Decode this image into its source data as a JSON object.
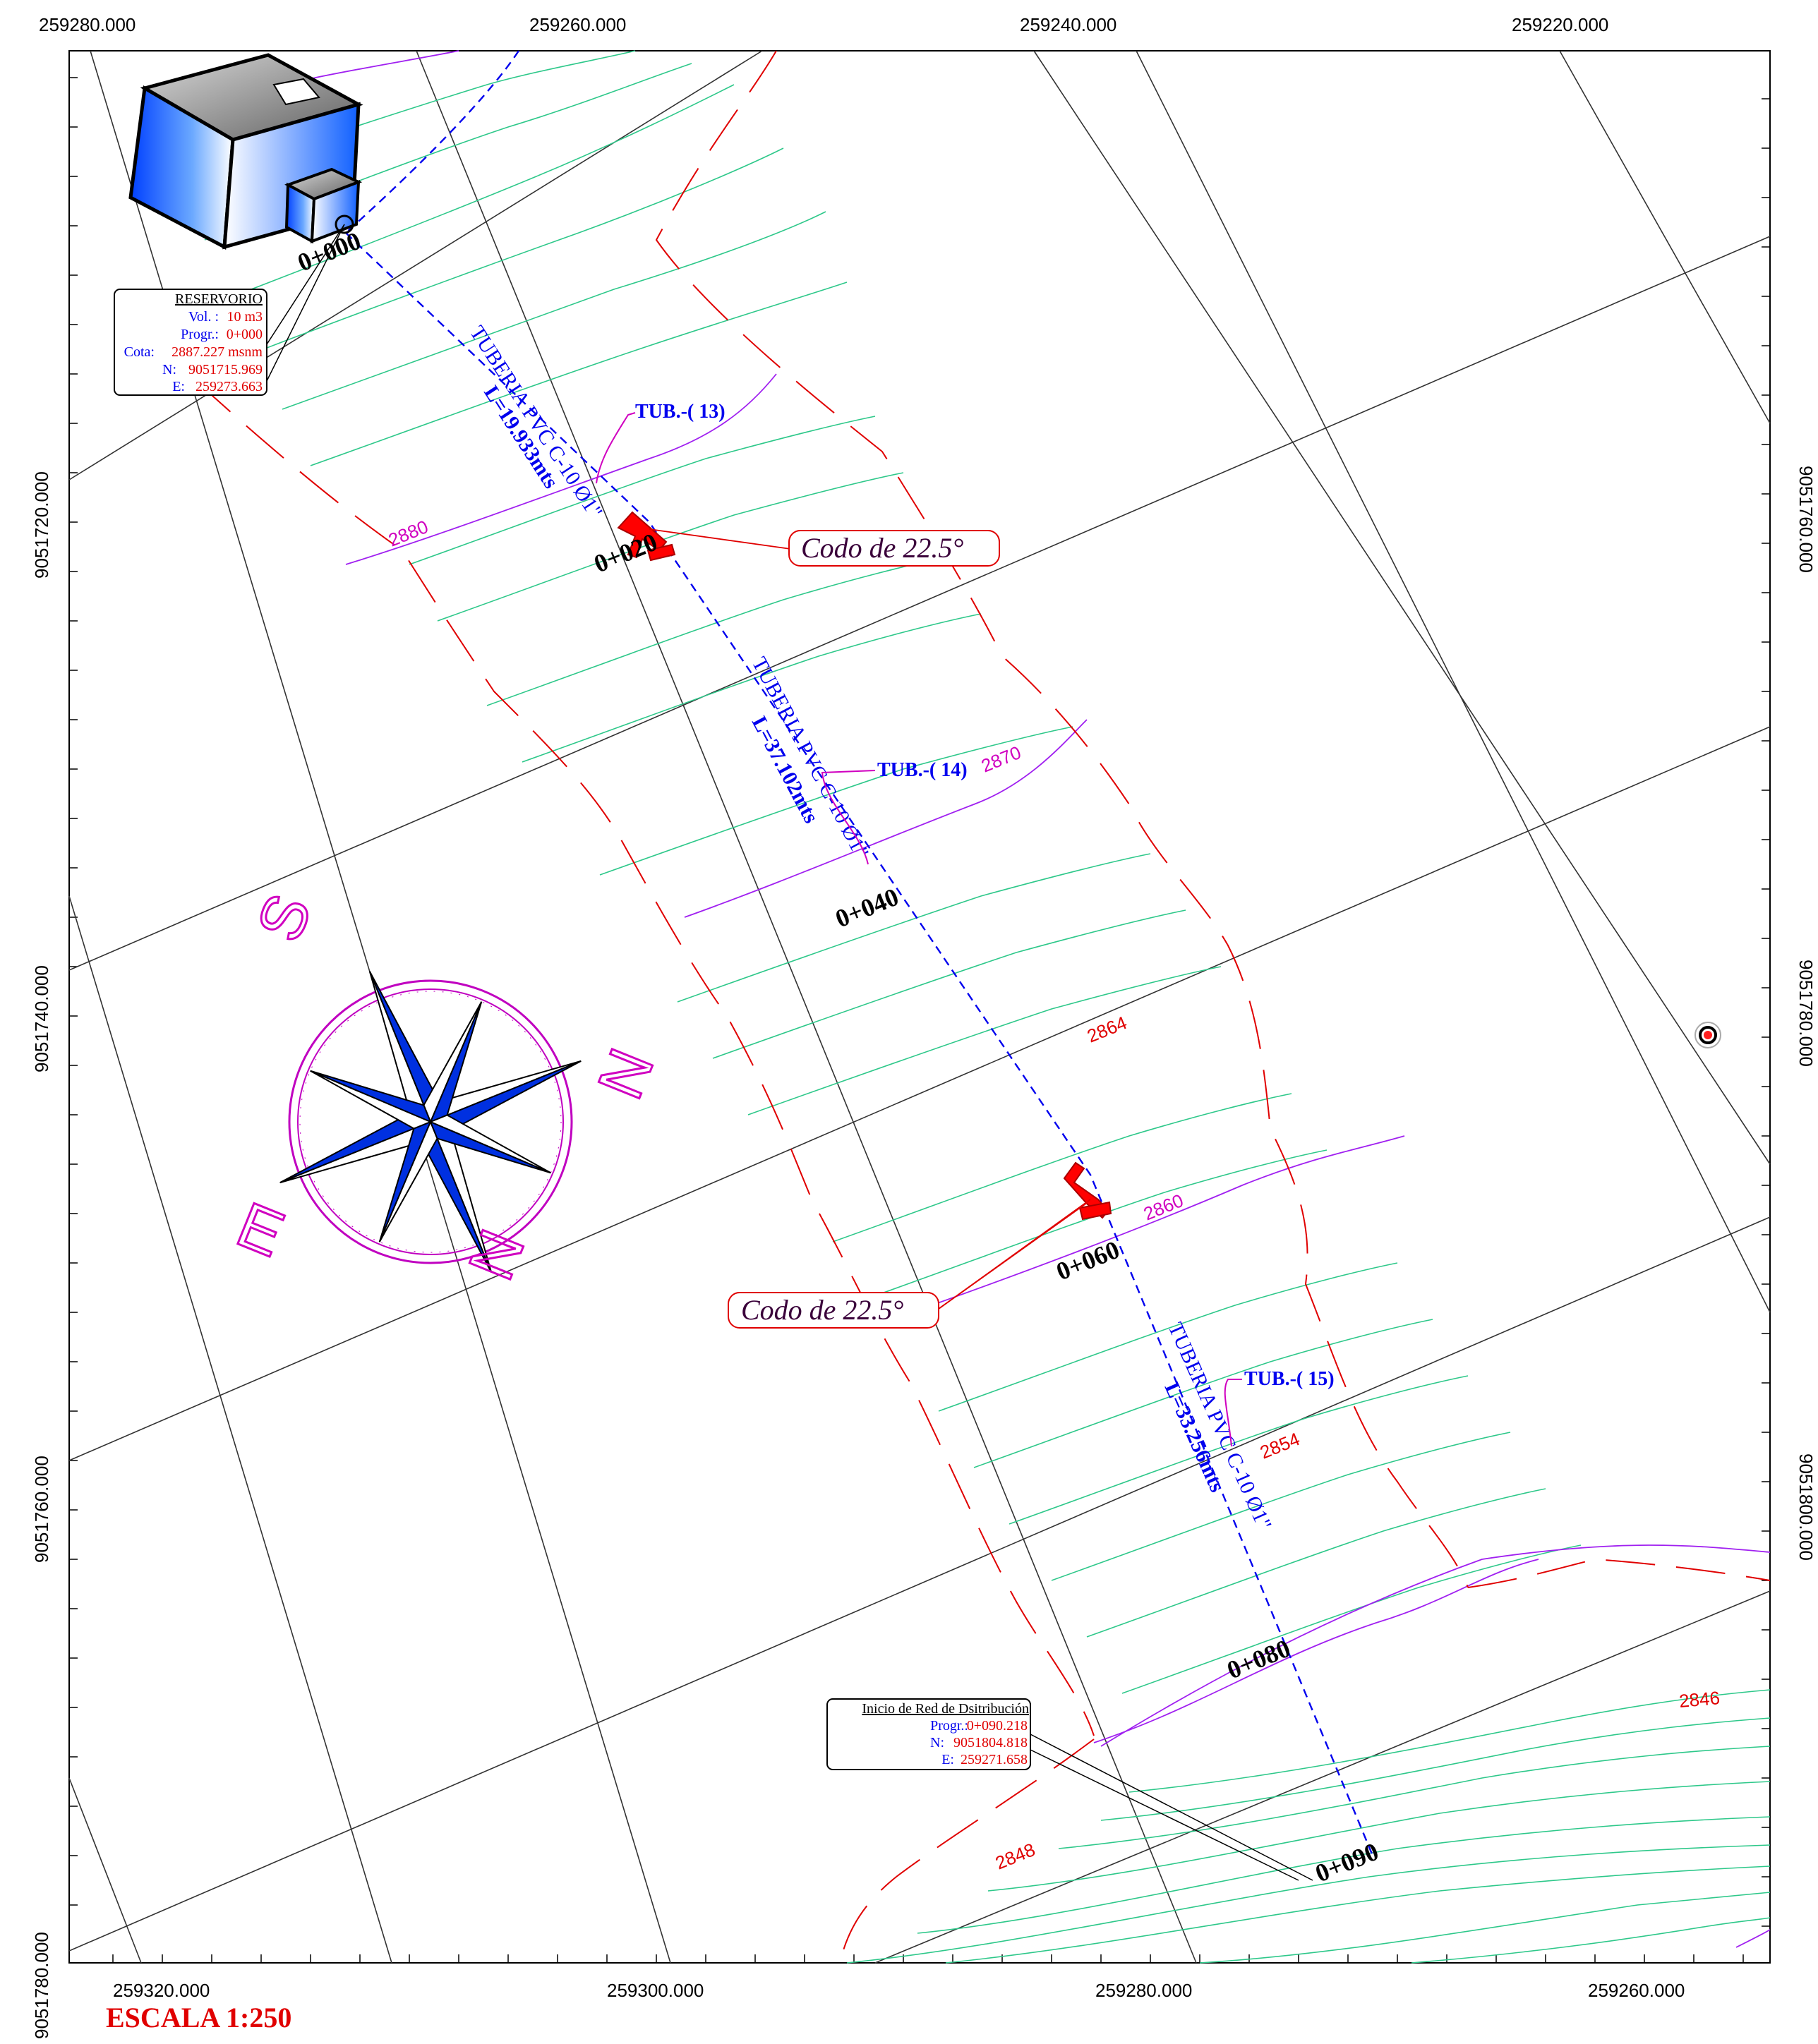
{
  "top_coords": [
    "259280.000",
    "259260.000",
    "259240.000",
    "259220.000"
  ],
  "bottom_coords": [
    "259320.000",
    "259300.000",
    "259280.000",
    "259260.000"
  ],
  "left_coords": [
    "9051720.000",
    "9051740.000",
    "9051760.000",
    "9051780.000"
  ],
  "right_coords": [
    "9051760.000",
    "9051780.000",
    "9051800.000"
  ],
  "contours": [
    "2880",
    "2870",
    "2864",
    "2860",
    "2854",
    "2846",
    "2848"
  ],
  "stations": [
    "0+000",
    "0+020",
    "0+040",
    "0+060",
    "0+080",
    "0+090"
  ],
  "pipes": [
    {
      "name": "TUBERIA PVC C-10 Ø1\"",
      "length": "L=19.933mts",
      "tag": "TUB.-( 13)"
    },
    {
      "name": "TUBERIA PVC C-10 Ø1\"",
      "length": "L=37.102mts",
      "tag": "TUB.-( 14)"
    },
    {
      "name": "TUBERIA PVC C-10 Ø1\"",
      "length": "L=33.256mts",
      "tag": "TUB.-( 15)"
    }
  ],
  "elbow_label": "Codo de 22.5°",
  "reservoir": {
    "title": "RESERVORIO",
    "vol_key": "Vol. :",
    "vol_val": "10 m3",
    "progr_key": "Progr.:",
    "progr_val": "0+000",
    "cota_key": "Cota:",
    "cota_val": "2887.227 msnm",
    "n_key": "N:",
    "n_val": "9051715.969",
    "e_key": "E:",
    "e_val": "259273.663"
  },
  "network_start": {
    "title": "Inicio de Red de Dsitribución",
    "progr_key": "Progr.:",
    "progr_val": "0+090.218",
    "n_key": "N:",
    "n_val": "9051804.818",
    "e_key": "E:",
    "e_val": "259271.658"
  },
  "compass_letters": [
    "S",
    "N",
    "E",
    "N"
  ],
  "scale_label": "ESCALA 1:250",
  "colors": {
    "pipe": "#0000ee",
    "contour_minor": "#2ec88a",
    "contour_major": "#a020f0",
    "boundary": "#e00000",
    "label_magenta": "#d000c0",
    "compass_blue": "#0030e0"
  }
}
